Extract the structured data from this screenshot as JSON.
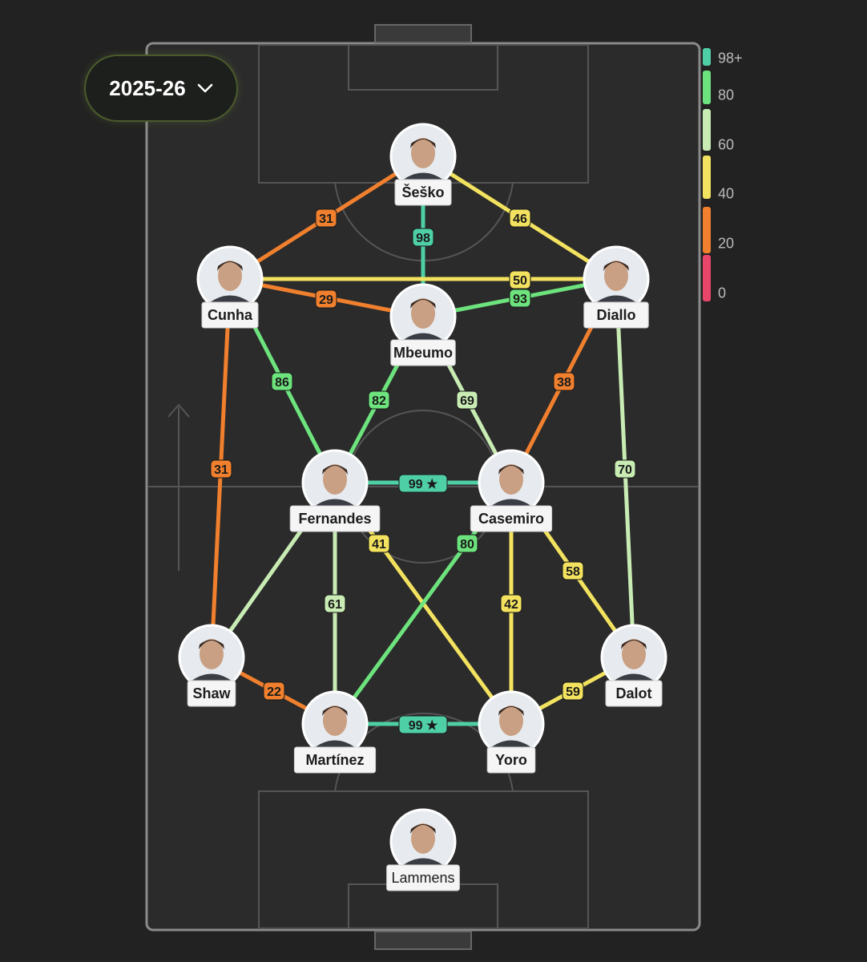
{
  "season_selector": {
    "label": "2025-26",
    "icon": "chevron-down-icon"
  },
  "legend": {
    "entries": [
      {
        "label": "98+",
        "color": "#4fcfa6"
      },
      {
        "label": "80",
        "color": "#6de37d"
      },
      {
        "label": "60",
        "color": "#c8ecb4"
      },
      {
        "label": "40",
        "color": "#f2e25f"
      },
      {
        "label": "20",
        "color": "#f0802e"
      },
      {
        "label": "0",
        "color": "#e8456a"
      }
    ]
  },
  "players": [
    {
      "id": "sesko",
      "name": "Šeško"
    },
    {
      "id": "cunha",
      "name": "Cunha"
    },
    {
      "id": "diallo",
      "name": "Diallo"
    },
    {
      "id": "mbeumo",
      "name": "Mbeumo"
    },
    {
      "id": "fernandes",
      "name": "Fernandes"
    },
    {
      "id": "casemiro",
      "name": "Casemiro"
    },
    {
      "id": "shaw",
      "name": "Shaw"
    },
    {
      "id": "dalot",
      "name": "Dalot"
    },
    {
      "id": "martinez",
      "name": "Martínez"
    },
    {
      "id": "yoro",
      "name": "Yoro"
    },
    {
      "id": "lammens",
      "name": "Lammens"
    }
  ],
  "links": [
    {
      "from": "sesko",
      "to": "cunha",
      "value": "31",
      "color": "#f0802e"
    },
    {
      "from": "sesko",
      "to": "diallo",
      "value": "46",
      "color": "#f2e25f"
    },
    {
      "from": "sesko",
      "to": "mbeumo",
      "value": "98",
      "color": "#4fcfa6"
    },
    {
      "from": "cunha",
      "to": "diallo",
      "value": "50",
      "color": "#f2e25f"
    },
    {
      "from": "cunha",
      "to": "mbeumo",
      "value": "29",
      "color": "#f0802e"
    },
    {
      "from": "mbeumo",
      "to": "diallo",
      "value": "93",
      "color": "#6de37d"
    },
    {
      "from": "cunha",
      "to": "fernandes",
      "value": "86",
      "color": "#6de37d"
    },
    {
      "from": "mbeumo",
      "to": "fernandes",
      "value": "82",
      "color": "#6de37d"
    },
    {
      "from": "mbeumo",
      "to": "casemiro",
      "value": "69",
      "color": "#c8ecb4"
    },
    {
      "from": "diallo",
      "to": "casemiro",
      "value": "38",
      "color": "#f0802e"
    },
    {
      "from": "cunha",
      "to": "shaw",
      "value": "31",
      "color": "#f0802e"
    },
    {
      "from": "diallo",
      "to": "dalot",
      "value": "70",
      "color": "#c8ecb4"
    },
    {
      "from": "fernandes",
      "to": "casemiro",
      "value": "99 ★",
      "color": "#4fcfa6"
    },
    {
      "from": "fernandes",
      "to": "shaw",
      "value": "",
      "color": "#c8ecb4"
    },
    {
      "from": "fernandes",
      "to": "martinez",
      "value": "61",
      "color": "#c8ecb4"
    },
    {
      "from": "fernandes",
      "to": "yoro",
      "value": "41",
      "color": "#f2e25f"
    },
    {
      "from": "casemiro",
      "to": "martinez",
      "value": "80",
      "color": "#6de37d"
    },
    {
      "from": "casemiro",
      "to": "yoro",
      "value": "42",
      "color": "#f2e25f"
    },
    {
      "from": "casemiro",
      "to": "dalot",
      "value": "58",
      "color": "#f2e25f"
    },
    {
      "from": "shaw",
      "to": "martinez",
      "value": "22",
      "color": "#f0802e"
    },
    {
      "from": "martinez",
      "to": "yoro",
      "value": "99 ★",
      "color": "#4fcfa6"
    },
    {
      "from": "yoro",
      "to": "dalot",
      "value": "59",
      "color": "#f2e25f"
    }
  ]
}
